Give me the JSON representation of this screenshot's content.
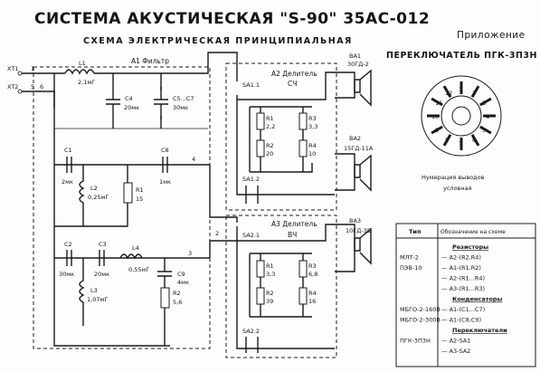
{
  "title": "СИСТЕМА АКУСТИЧЕСКАЯ \"S-90\" 35АС-012",
  "subtitle": "СХЕМА ЭЛЕКТРИЧЕСКАЯ ПРИНЦИПИАЛЬНАЯ",
  "appendix": "Приложение",
  "switch_title": "ПЕРЕКЛЮЧАТЕЛЬ ПГК-3П3Н",
  "switch_note": [
    "Нумерация выводов",
    "условная"
  ],
  "blocks": {
    "a1": "А1 Фильтр",
    "a2": [
      "А2 Делитель",
      "СЧ"
    ],
    "a3": [
      "А3 Делитель",
      "ВЧ"
    ]
  },
  "terminals": {
    "xt1": "XT1",
    "xt2": "XT2",
    "n1": "1",
    "n5": "5",
    "n6": "6"
  },
  "components": {
    "l1": [
      "L1",
      "2,1мГ"
    ],
    "c4": [
      "C4",
      "20мк"
    ],
    "c5": [
      "C5...C7",
      "30мк"
    ],
    "c1": [
      "C1",
      "2мк"
    ],
    "l2": [
      "L2",
      "0,25мГ"
    ],
    "r1a": [
      "R1",
      "15"
    ],
    "c8": [
      "C8",
      "1мк"
    ],
    "c2": [
      "C2",
      "30мк"
    ],
    "c3": [
      "C3",
      "20мк"
    ],
    "l4": [
      "L4",
      "0,55мГ"
    ],
    "l3": [
      "L3",
      "1,07мГ"
    ],
    "c9": [
      "C9",
      "4мк"
    ],
    "r2a": [
      "R2",
      "5,6"
    ],
    "a2_r1": [
      "R1",
      "2,2"
    ],
    "a2_r2": [
      "R2",
      "20"
    ],
    "a2_r3": [
      "R3",
      "3,3"
    ],
    "a2_r4": [
      "R4",
      "10"
    ],
    "a3_r1": [
      "R1",
      "3,3"
    ],
    "a3_r2": [
      "R2",
      "39"
    ],
    "a3_r3": [
      "R3",
      "6,8"
    ],
    "a3_r4": [
      "R4",
      "16"
    ]
  },
  "switches": {
    "sa11": "SA1.1",
    "sa12": "SA1.2",
    "sa21": "SA2.1",
    "sa22": "SA2.2"
  },
  "node_numbers": {
    "n2": "2",
    "n3": "3",
    "n4": "4"
  },
  "speakers": [
    {
      "ref": "BA1",
      "model": "30ГД-2"
    },
    {
      "ref": "BA2",
      "model": "15ГД-11А"
    },
    {
      "ref": "BA3",
      "model": "10ГД-35"
    }
  ],
  "table": {
    "headers": [
      "Тип",
      "Обозначение на схеме"
    ],
    "rows": [
      {
        "type": "",
        "desig": "Резисторы"
      },
      {
        "type": "МЛТ-2",
        "desig": "— А2-(R2,R4)"
      },
      {
        "type": "ПЭВ-10",
        "desig": "— А1-(R1,R2)"
      },
      {
        "type": "",
        "desig": "— А2-(R1...R4)"
      },
      {
        "type": "",
        "desig": "— А3-(R1...R3)"
      },
      {
        "type": "",
        "desig": "Конденсаторы"
      },
      {
        "type": "МБГО-2-160В",
        "desig": "— А1-(С1...С7)"
      },
      {
        "type": "МБГО-2-300В",
        "desig": "— А1-(С8,С9)"
      },
      {
        "type": "",
        "desig": "Переключатели"
      },
      {
        "type": "ПГК-3П3Н",
        "desig": "— А2-SA1"
      },
      {
        "type": "",
        "desig": "— А3-SA2"
      }
    ]
  },
  "switch_pins": [
    "1",
    "2",
    "3",
    "4",
    "5",
    "6",
    "7",
    "8",
    "9",
    "10",
    "11",
    "12"
  ]
}
